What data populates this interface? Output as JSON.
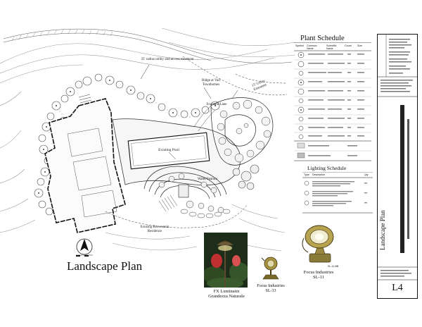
{
  "drawing": {
    "title": "Landscape Plan",
    "labels": {
      "utility_easement": "35' radius utility and access easement",
      "ridge_townhomes": "Ridge at Vail Townhomes",
      "utility_easement_right": "15' Utility Easement",
      "existing_pool": "Existing Pool",
      "water_feature": "Water Feature",
      "existing_residence": "Existing Brownstein Residence",
      "fountain": "Fountain Lane"
    }
  },
  "plant_schedule": {
    "title": "Plant Schedule",
    "headers": [
      "Symbol",
      "Common Name",
      "Scientific Name",
      "Count",
      "Size"
    ]
  },
  "lighting_schedule": {
    "title": "Lighting Schedule",
    "headers": [
      "Type",
      "Description",
      "Qty"
    ]
  },
  "fixtures": [
    {
      "name": "FX Luminaire",
      "model": "Grandezza Naturale"
    },
    {
      "name": "Focus Industries",
      "model": "SL-33"
    },
    {
      "name": "Focus Industries",
      "model": "SL-11"
    }
  ],
  "fixture_tags": {
    "sl11_tag": "SL-11-BB"
  },
  "title_block": {
    "project_vertical": "Landscape Plan",
    "sheet_number": "L4"
  }
}
